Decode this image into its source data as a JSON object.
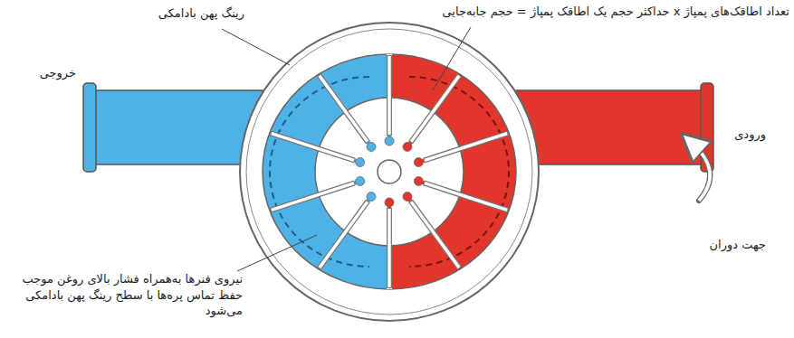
{
  "diagram": {
    "labels": [
      "رینگ پهن بادامکی",
      "تعداد اطاقک‌های پمپاژ x حداکثر حجم یک اطاقک پمپاژ = حجم جابه‌جایی",
      "خروجی",
      "ورودی",
      "جهت دوران",
      "نیروی فنرها به‌همراه فشار بالای روغن موجب حفظ تماس پره‌ها با سطح رینگ پهن بادامکی می‌شود"
    ]
  }
}
